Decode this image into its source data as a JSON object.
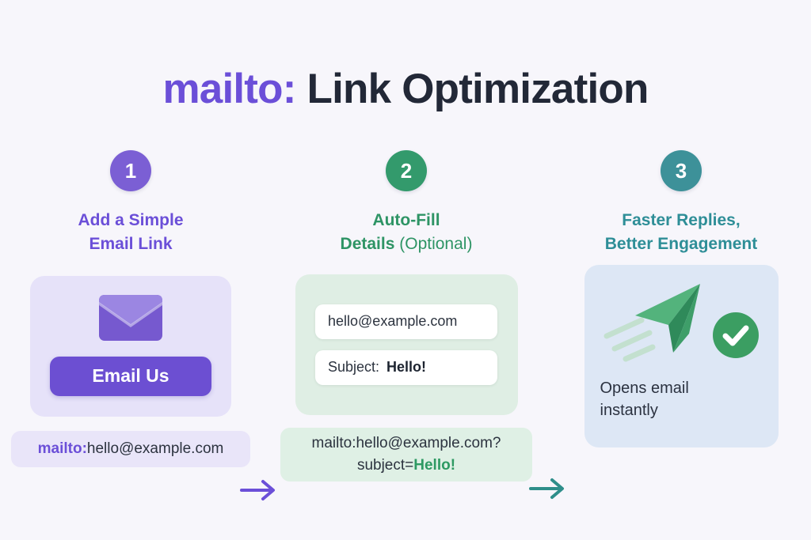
{
  "page": {
    "background": "#f7f6fb",
    "title_keyword": "mailto:",
    "title_rest": " Link Optimization",
    "title_keyword_color": "#6b4fd8",
    "title_rest_color": "#222837"
  },
  "steps": [
    {
      "number": "1",
      "badge_color": "#7b5fd4",
      "title_line1": "Add a Simple",
      "title_line2": "Email Link",
      "title_color": "#6b4fd8",
      "card_color": "#e6e2f9",
      "button_label": "Email Us",
      "button_color": "#6c4fd2",
      "chip_keyword": "mailto:",
      "chip_rest": "hello@example.com",
      "chip_color": "#e9e5f9",
      "icon": "envelope-icon"
    },
    {
      "number": "2",
      "badge_color": "#339a6c",
      "title_line1": "Auto-Fill",
      "title_line2": "Details",
      "title_note": " (Optional)",
      "title_color": "#2e9465",
      "card_color": "#dfeee4",
      "field_email_value": "hello@example.com",
      "field_subject_label": "Subject:",
      "field_subject_value": "Hello!",
      "chip_line1": "mailto:hello@example.com?",
      "chip_line2_prefix": "subject=",
      "chip_line2_keyword": "Hello!",
      "chip_color": "#dff0e5"
    },
    {
      "number": "3",
      "badge_color": "#3d9199",
      "title_line1": "Faster Replies,",
      "title_line2": "Better Engagement",
      "title_color": "#2e8e97",
      "card_color": "#dde7f5",
      "caption_line1": "Opens email",
      "caption_line2": "instantly",
      "icon": "paper-plane-icon",
      "status_icon": "check-circle-icon"
    }
  ],
  "arrows": [
    {
      "name": "arrow-step-1-to-2",
      "color": "#6b4fd8"
    },
    {
      "name": "arrow-step-2-to-3",
      "color": "#2e8e8a"
    }
  ]
}
